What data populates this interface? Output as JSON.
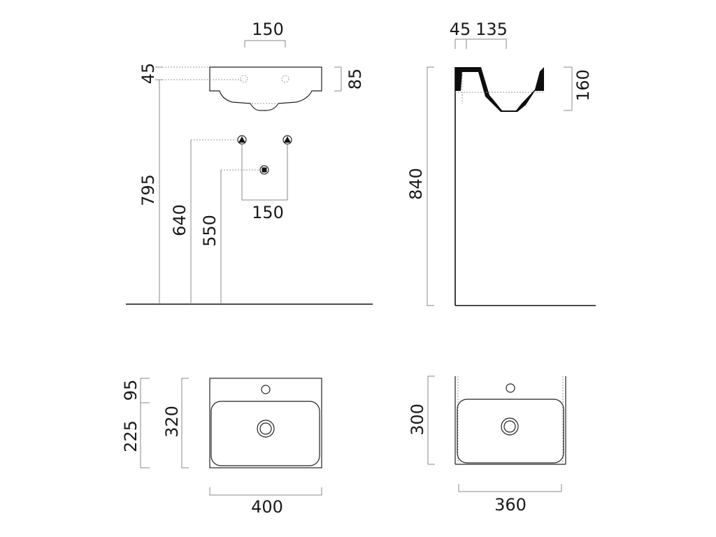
{
  "diagram": {
    "front_view": {
      "tap_spacing_top": "150",
      "basin_offset": "45",
      "basin_height": "85",
      "basin_rim_height": "795",
      "supply_height": "640",
      "waste_height": "550",
      "supply_spacing": "150"
    },
    "side_view": {
      "wall_offset": "45",
      "tap_distance": "135",
      "bowl_depth": "160",
      "total_height": "840"
    },
    "plan_view_front": {
      "width": "400",
      "depth": "320",
      "rear_deck": "95",
      "bowl_depth": "225"
    },
    "plan_view_alt": {
      "width": "360",
      "depth": "300"
    }
  },
  "colors": {
    "line": "#222222",
    "dimension_line": "#8a8a8a",
    "background": "#ffffff"
  }
}
